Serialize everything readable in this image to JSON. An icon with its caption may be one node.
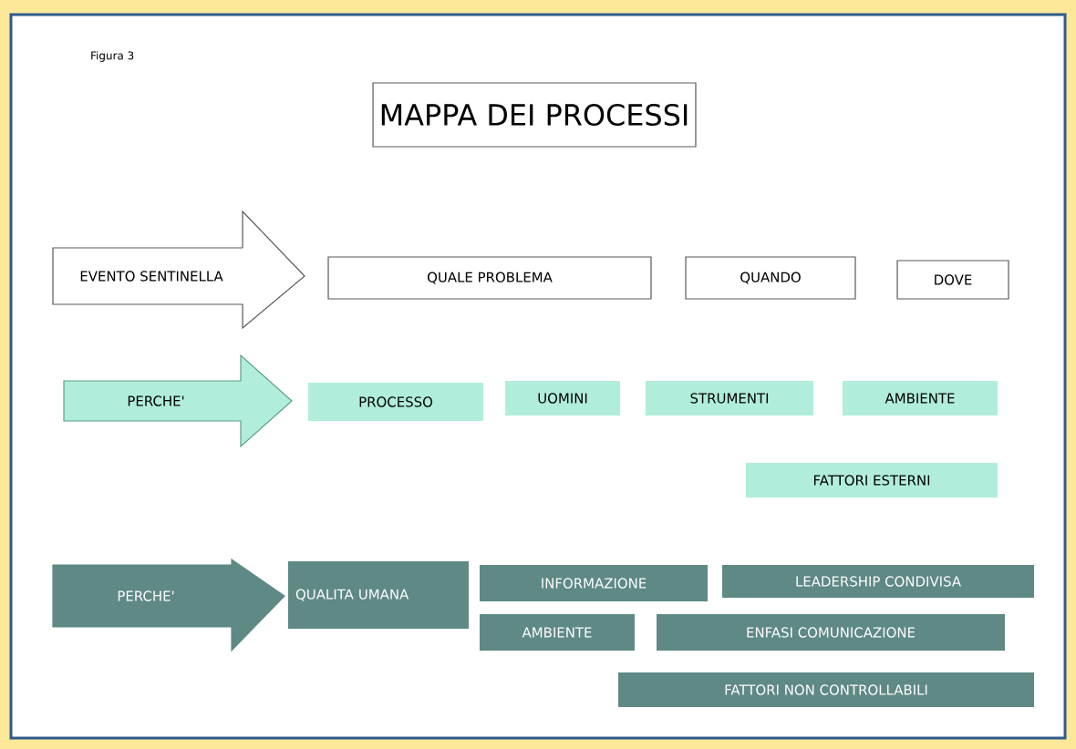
{
  "diagram": {
    "title": "MAPPA DEI PROCESSI",
    "nodes": [
      {
        "text": [
          "EVENTO SENTINELLA"
        ]
      },
      {
        "text": [
          "QUALE  PROBLEMA"
        ]
      },
      {
        "text": [
          "QUANDO"
        ]
      },
      {
        "text": [
          "DOVE"
        ]
      },
      {
        "text": [
          "PERCHE'"
        ]
      },
      {
        "text": [
          "PROCESSO"
        ]
      },
      {
        "text": [
          "UOMINI"
        ]
      },
      {
        "text": [
          "STRUMENTI"
        ]
      },
      {
        "text": [
          "AMBIENTE"
        ]
      },
      {
        "text": [
          "FATTORI ESTERNI"
        ]
      },
      {
        "text": [
          "PERCHE'"
        ]
      },
      {
        "text": [
          "QUALITA UMANA"
        ]
      },
      {
        "text": [
          "INFORMAZIONE"
        ]
      },
      {
        "text": [
          "LEADERSHIP CONDIVISA"
        ]
      },
      {
        "text": [
          "AMBIENTE"
        ]
      },
      {
        "text": [
          "ENFASI COMUNICAZIONE"
        ]
      },
      {
        "text": [
          "FATTORI NON CONTROLLABILI"
        ]
      }
    ],
    "labels": [
      "Figura 3"
    ]
  }
}
